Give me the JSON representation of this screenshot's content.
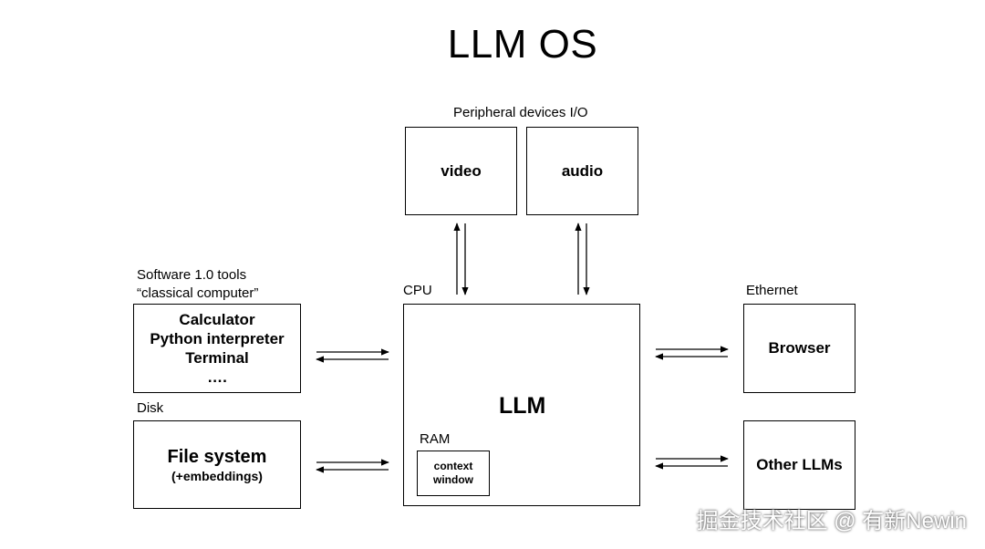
{
  "title": "LLM OS",
  "peripheral": {
    "label": "Peripheral devices I/O",
    "video": "video",
    "audio": "audio"
  },
  "cpu": {
    "label": "CPU",
    "llm": "LLM",
    "ram_label": "RAM",
    "context_line1": "context",
    "context_line2": "window"
  },
  "software": {
    "label_line1": "Software 1.0 tools",
    "label_line2": "“classical computer”",
    "items": [
      "Calculator",
      "Python interpreter",
      "Terminal",
      "…."
    ]
  },
  "disk": {
    "label": "Disk",
    "main": "File system",
    "sub": "(+embeddings)"
  },
  "ethernet": {
    "label": "Ethernet",
    "browser": "Browser",
    "other_llms": "Other LLMs"
  },
  "watermark": "掘金技术社区 @ 有新Newin"
}
